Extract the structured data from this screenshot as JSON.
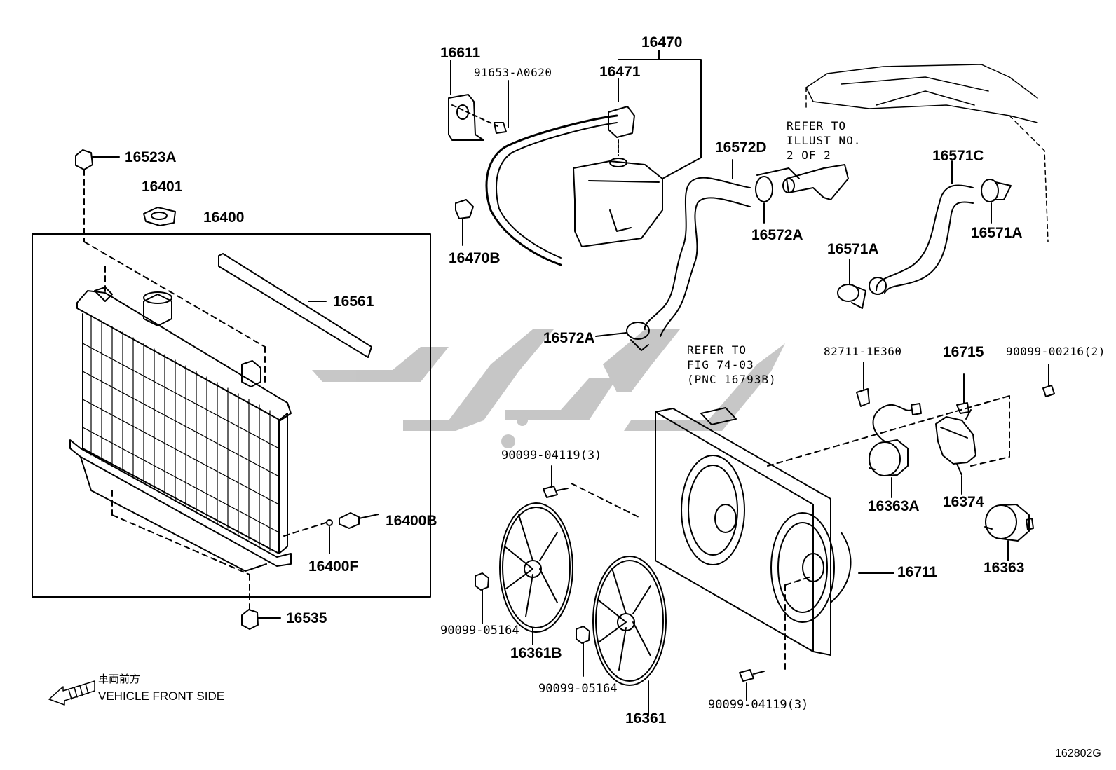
{
  "diagram_id": "162802G",
  "direction_jp": "車両前方",
  "direction_en": "VEHICLE FRONT SIDE",
  "watermark_color": "#bdbdbd",
  "refer_illust": [
    "REFER TO",
    "ILLUST NO.",
    "2 OF 2"
  ],
  "refer_fig": [
    "REFER TO",
    "FIG 74-03",
    "(PNC 16793B)"
  ],
  "parts": {
    "p16611": "16611",
    "p91653": "91653-A0620",
    "p16470": "16470",
    "p16471": "16471",
    "p16470B": "16470B",
    "p16572D": "16572D",
    "p16572A_top": "16572A",
    "p16572A_low": "16572A",
    "p16571C": "16571C",
    "p16571A_right": "16571A",
    "p16571A_left": "16571A",
    "p16523A": "16523A",
    "p16401": "16401",
    "p16400": "16400",
    "p16561": "16561",
    "p16400B": "16400B",
    "p16400F": "16400F",
    "p16535": "16535",
    "p82711": "82711-1E360",
    "p16715": "16715",
    "p90099_00216": "90099-00216(2)",
    "p90099_04119_top": "90099-04119(3)",
    "p90099_04119_bot": "90099-04119(3)",
    "p16363A": "16363A",
    "p16374": "16374",
    "p16363": "16363",
    "p16711": "16711",
    "p90099_05164_l": "90099-05164",
    "p90099_05164_r": "90099-05164",
    "p16361B": "16361B",
    "p16361": "16361"
  }
}
